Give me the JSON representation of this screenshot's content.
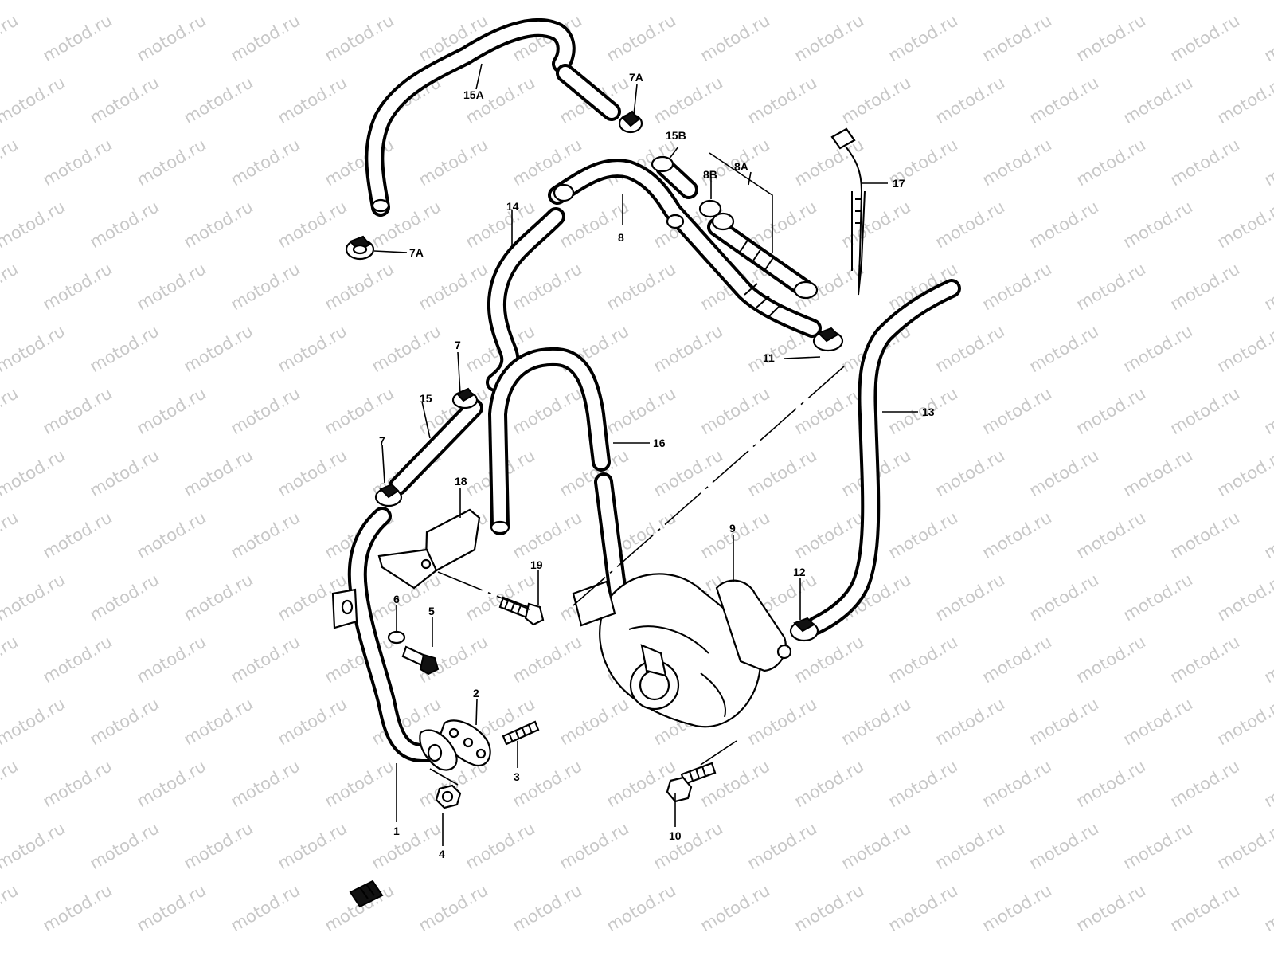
{
  "watermark": "motod.ru",
  "labels": {
    "p1": "1",
    "p2": "2",
    "p3": "3",
    "p4": "4",
    "p5": "5",
    "p6": "6",
    "p7a": "7",
    "p7b": "7",
    "p7A_top": "7A",
    "p7A_left": "7A",
    "p8": "8",
    "p8A": "8A",
    "p8B": "8B",
    "p9": "9",
    "p10": "10",
    "p11": "11",
    "p12": "12",
    "p13": "13",
    "p14": "14",
    "p15": "15",
    "p15A": "15A",
    "p15B": "15B",
    "p16": "16",
    "p17": "17",
    "p18": "18",
    "p19": "19"
  }
}
